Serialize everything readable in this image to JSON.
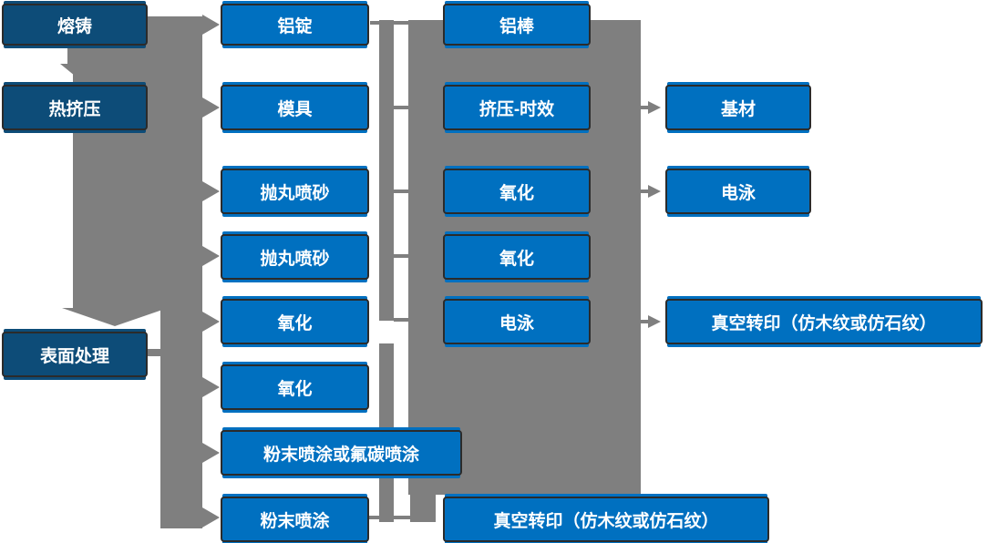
{
  "colors": {
    "node_blue": "#0070c0",
    "node_dark": "#0d4c78",
    "connector_gray": "#7f7f7f",
    "node_border": "#2b2b2b",
    "text": "#ffffff",
    "background": "#ffffff"
  },
  "nodes": [
    {
      "id": "rongzhu",
      "label": "熔铸",
      "col": 1,
      "row": "1",
      "style": "dark"
    },
    {
      "id": "rejiya",
      "label": "热挤压",
      "col": 1,
      "row": "2",
      "style": "dark"
    },
    {
      "id": "biaomianchuli",
      "label": "表面处理",
      "col": 1,
      "row": "s",
      "style": "dark"
    },
    {
      "id": "luding",
      "label": "铝锭",
      "col": 2,
      "row": "1"
    },
    {
      "id": "moju",
      "label": "模具",
      "col": 2,
      "row": "2"
    },
    {
      "id": "paowan-pensha-1",
      "label": "抛丸喷砂",
      "col": 2,
      "row": "3"
    },
    {
      "id": "paowan-pensha-2",
      "label": "抛丸喷砂",
      "col": 2,
      "row": "4"
    },
    {
      "id": "yanghua-1",
      "label": "氧化",
      "col": 2,
      "row": "5"
    },
    {
      "id": "yanghua-2",
      "label": "氧化",
      "col": 2,
      "row": "6"
    },
    {
      "id": "fenmo-or-futan",
      "label": "粉末喷涂或氟碳喷涂",
      "col": 2,
      "row": "7"
    },
    {
      "id": "fenmo-pentu",
      "label": "粉末喷涂",
      "col": 2,
      "row": "8"
    },
    {
      "id": "lubang",
      "label": "铝棒",
      "col": 3,
      "row": "1"
    },
    {
      "id": "jiya-shixiao",
      "label": "挤压-时效",
      "col": 3,
      "row": "2"
    },
    {
      "id": "yanghua-3",
      "label": "氧化",
      "col": 3,
      "row": "3"
    },
    {
      "id": "yanghua-4",
      "label": "氧化",
      "col": 3,
      "row": "4"
    },
    {
      "id": "dianyong-1",
      "label": "电泳",
      "col": 3,
      "row": "5"
    },
    {
      "id": "zhenkong-zhuanyin-1",
      "label": "真空转印（仿木纹或仿石纹）",
      "col": 3,
      "row": "8"
    },
    {
      "id": "jicai",
      "label": "基材",
      "col": 4,
      "row": "2"
    },
    {
      "id": "dianyong-2",
      "label": "电泳",
      "col": 4,
      "row": "3"
    },
    {
      "id": "zhenkong-zhuanyin-2",
      "label": "真空转印（仿木纹或仿石纹）",
      "col": 4,
      "row": "5"
    }
  ],
  "edges": [
    {
      "from": "rongzhu",
      "to": "rejiya",
      "direction": "down"
    },
    {
      "from": "rejiya",
      "to": "biaomianchuli",
      "direction": "down"
    },
    {
      "from": "rongzhu",
      "to": "luding",
      "direction": "right"
    },
    {
      "from": "rejiya",
      "to": "moju",
      "direction": "right"
    },
    {
      "from": "rejiya",
      "to": "paowan-pensha-1",
      "direction": "right"
    },
    {
      "from": "rejiya",
      "to": "paowan-pensha-2",
      "direction": "right"
    },
    {
      "from": "rejiya",
      "to": "yanghua-1",
      "direction": "right"
    },
    {
      "from": "biaomianchuli",
      "to": "yanghua-2",
      "direction": "right"
    },
    {
      "from": "biaomianchuli",
      "to": "fenmo-or-futan",
      "direction": "right"
    },
    {
      "from": "biaomianchuli",
      "to": "fenmo-pentu",
      "direction": "right"
    },
    {
      "from": "jiya-shixiao",
      "to": "jicai",
      "direction": "right"
    },
    {
      "from": "yanghua-3",
      "to": "dianyong-2",
      "direction": "right"
    },
    {
      "from": "dianyong-1",
      "to": "zhenkong-zhuanyin-2",
      "direction": "right"
    },
    {
      "from": "fenmo-pentu",
      "to": "zhenkong-zhuanyin-1",
      "direction": "right"
    }
  ]
}
